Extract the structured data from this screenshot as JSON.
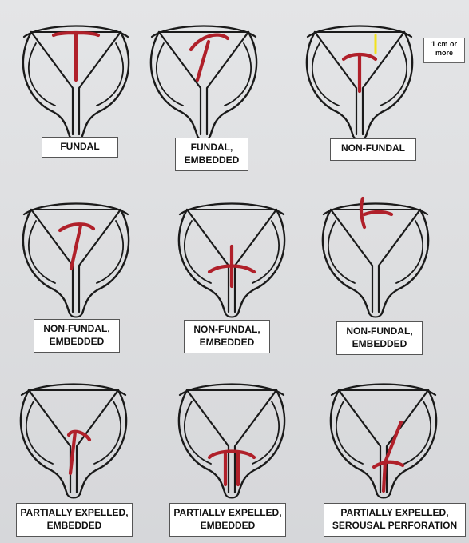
{
  "colors": {
    "outline": "#1a1a1a",
    "iud": "#b0202a",
    "marker": "#f2e21c",
    "background": "#dedfe1"
  },
  "figure": {
    "panels": [
      {
        "id": "fundal",
        "lines": [
          "FUNDAL"
        ],
        "iud": "fundal"
      },
      {
        "id": "fundal-embedded",
        "lines": [
          "FUNDAL,",
          "EMBEDDED"
        ],
        "iud": "fundal-embedded"
      },
      {
        "id": "non-fundal",
        "lines": [
          "NON-FUNDAL"
        ],
        "iud": "non-fundal"
      },
      {
        "id": "non-fundal-embedded-1",
        "lines": [
          "NON-FUNDAL,",
          "EMBEDDED"
        ],
        "iud": "nf-embedded-a"
      },
      {
        "id": "non-fundal-embedded-2",
        "lines": [
          "NON-FUNDAL,",
          "EMBEDDED"
        ],
        "iud": "nf-embedded-b"
      },
      {
        "id": "non-fundal-embedded-3",
        "lines": [
          "NON-FUNDAL,",
          "EMBEDDED"
        ],
        "iud": "nf-embedded-c"
      },
      {
        "id": "partially-expelled-embedded-1",
        "lines": [
          "PARTIALLY EXPELLED,",
          "EMBEDDED"
        ],
        "iud": "pe-embedded-a"
      },
      {
        "id": "partially-expelled-embedded-2",
        "lines": [
          "PARTIALLY EXPELLED,",
          "EMBEDDED"
        ],
        "iud": "pe-embedded-b"
      },
      {
        "id": "partially-expelled-serousal",
        "lines": [
          "PARTIALLY EXPELLED,",
          "SEROUSAL PERFORATION"
        ],
        "iud": "pe-serousal"
      }
    ],
    "distance_note": {
      "lines": [
        "1 cm or",
        "more"
      ]
    }
  }
}
